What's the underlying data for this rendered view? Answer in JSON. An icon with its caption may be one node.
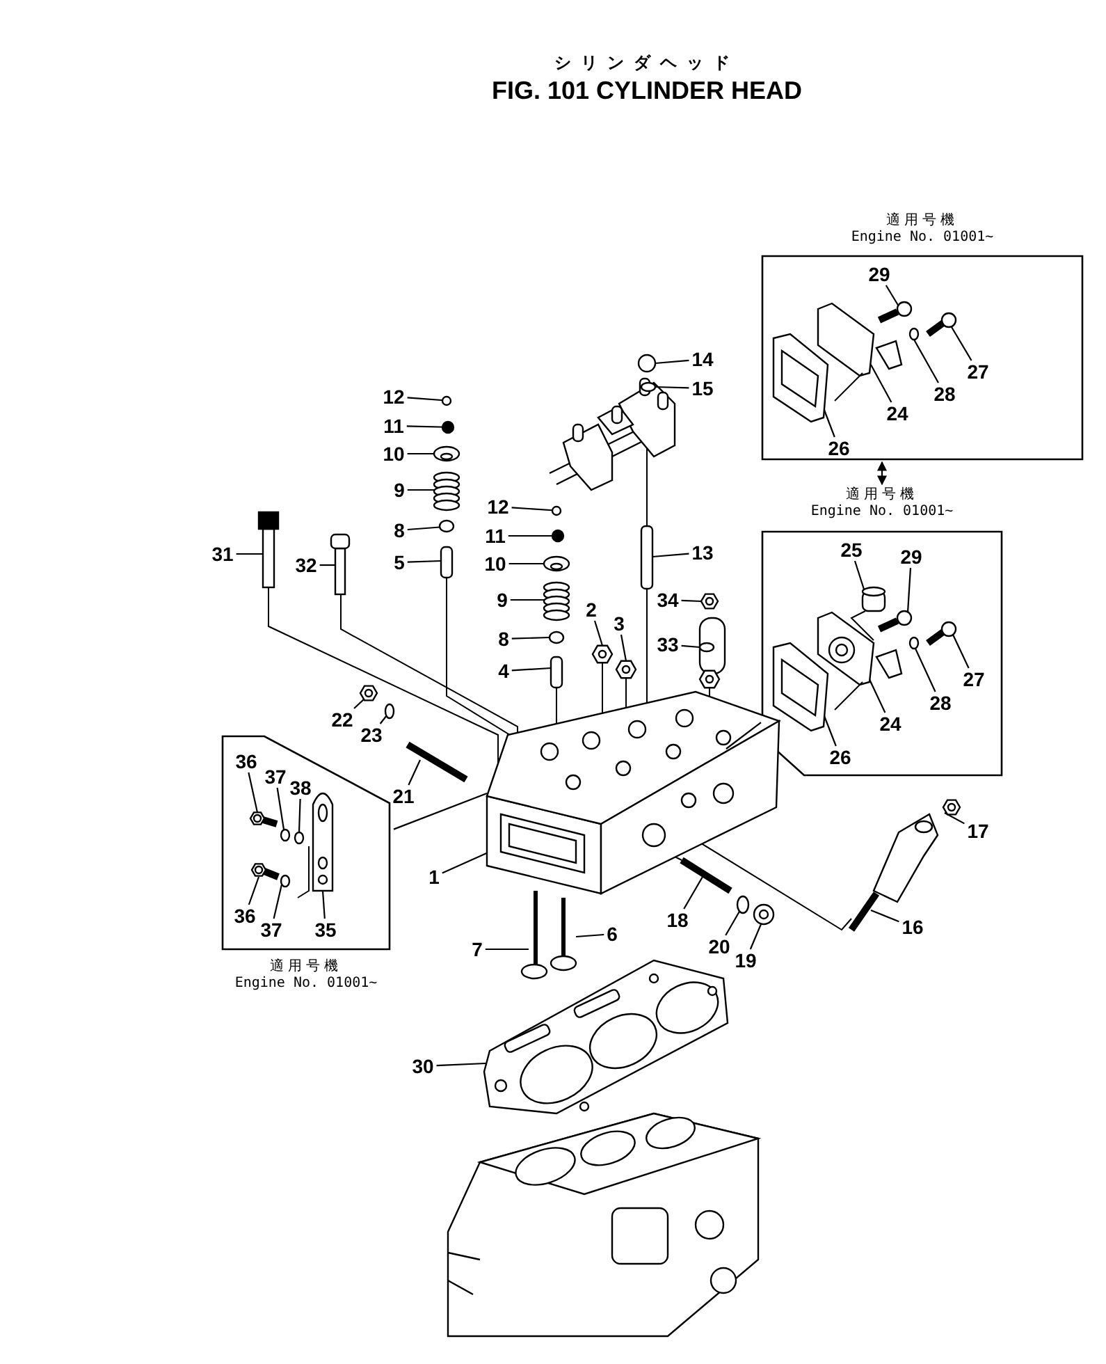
{
  "diagram": {
    "title": "FIG. 101 CYLINDER HEAD",
    "nodes": [
      {
        "text": [
          "適用号機",
          "Engine No. 01001~"
        ]
      },
      {
        "text": [
          "29"
        ],
        "in": 0
      },
      {
        "text": [
          "27"
        ],
        "in": 0
      },
      {
        "text": [
          "28"
        ],
        "in": 0
      },
      {
        "text": [
          "24"
        ],
        "in": 0
      },
      {
        "text": [
          "26"
        ],
        "in": 0
      },
      {
        "text": [
          "14"
        ]
      },
      {
        "text": [
          "15"
        ]
      },
      {
        "text": [
          "12"
        ]
      },
      {
        "text": [
          "11"
        ]
      },
      {
        "text": [
          "10"
        ]
      },
      {
        "text": [
          "9"
        ]
      },
      {
        "text": [
          "12"
        ]
      },
      {
        "text": [
          "8"
        ]
      },
      {
        "text": [
          "適用号機",
          "Engine No. 01001~"
        ]
      },
      {
        "text": [
          "11"
        ]
      },
      {
        "text": [
          "25"
        ],
        "in": 14
      },
      {
        "text": [
          "29"
        ],
        "in": 14
      },
      {
        "text": [
          "27"
        ],
        "in": 14
      },
      {
        "text": [
          "28"
        ],
        "in": 14
      },
      {
        "text": [
          "24"
        ],
        "in": 14
      },
      {
        "text": [
          "26"
        ],
        "in": 14
      },
      {
        "text": [
          "31"
        ]
      },
      {
        "text": [
          "32"
        ]
      },
      {
        "text": [
          "5"
        ]
      },
      {
        "text": [
          "13"
        ]
      },
      {
        "text": [
          "10"
        ]
      },
      {
        "text": [
          "9"
        ]
      },
      {
        "text": [
          "34"
        ]
      },
      {
        "text": [
          "2"
        ]
      },
      {
        "text": [
          "3"
        ]
      },
      {
        "text": [
          "8"
        ]
      },
      {
        "text": [
          "33"
        ]
      },
      {
        "text": [
          "4"
        ]
      },
      {
        "text": [
          "22"
        ]
      },
      {
        "text": [
          "23"
        ]
      },
      {
        "text": [
          "21"
        ]
      },
      {
        "text": [
          "適用号機",
          "Engine No. 01001~"
        ]
      },
      {
        "text": [
          "36"
        ],
        "in": 37
      },
      {
        "text": [
          "37"
        ],
        "in": 37
      },
      {
        "text": [
          "38"
        ],
        "in": 37
      },
      {
        "text": [
          "36"
        ],
        "in": 37
      },
      {
        "text": [
          "37"
        ],
        "in": 37
      },
      {
        "text": [
          "35"
        ],
        "in": 37
      },
      {
        "text": [
          "1"
        ]
      },
      {
        "text": [
          "17"
        ]
      },
      {
        "text": [
          "16"
        ]
      },
      {
        "text": [
          "18"
        ]
      },
      {
        "text": [
          "6"
        ]
      },
      {
        "text": [
          "20"
        ]
      },
      {
        "text": [
          "19"
        ]
      },
      {
        "text": [
          "7"
        ]
      },
      {
        "text": [
          "30"
        ]
      },
      {
        "text": [],
        "shape": "picture",
        "in": 0
      },
      {
        "text": [],
        "shape": "picture",
        "in": 0
      },
      {
        "text": [],
        "shape": "circle",
        "in": 0
      },
      {
        "text": [],
        "shape": "picture",
        "in": 0
      },
      {
        "text": [],
        "shape": "picture",
        "in": 0
      },
      {
        "text": [],
        "shape": "circle"
      },
      {
        "text": [],
        "shape": "circle"
      },
      {
        "text": [],
        "shape": "circle"
      },
      {
        "text": [],
        "shape": "circle"
      },
      {
        "text": [],
        "shape": "picture"
      },
      {
        "text": [],
        "shape": "picture"
      },
      {
        "text": [],
        "shape": "circle"
      },
      {
        "text": [],
        "shape": "circle"
      },
      {
        "text": [],
        "shape": "circle"
      },
      {
        "text": [],
        "shape": "picture",
        "in": 14
      },
      {
        "text": [],
        "shape": "picture",
        "in": 14
      },
      {
        "text": [],
        "shape": "picture",
        "in": 14
      },
      {
        "text": [],
        "shape": "circle",
        "in": 14
      },
      {
        "text": [],
        "shape": "picture",
        "in": 14
      },
      {
        "text": [],
        "shape": "picture",
        "in": 14
      },
      {
        "text": [],
        "shape": "picture"
      },
      {
        "text": [],
        "shape": "picture"
      },
      {
        "text": [],
        "shape": "box"
      },
      {
        "text": [],
        "shape": "box"
      },
      {
        "text": [],
        "shape": "picture"
      },
      {
        "text": [],
        "shape": "picture"
      },
      {
        "text": [],
        "shape": "picture"
      },
      {
        "text": [],
        "shape": "picture"
      },
      {
        "text": [],
        "shape": "picture"
      },
      {
        "text": [],
        "shape": "circle"
      },
      {
        "text": [],
        "shape": "picture"
      },
      {
        "text": [],
        "shape": "box"
      },
      {
        "text": [],
        "shape": "picture"
      },
      {
        "text": [],
        "shape": "circle"
      },
      {
        "text": [],
        "shape": "picture"
      },
      {
        "text": [],
        "shape": "picture",
        "in": 37
      },
      {
        "text": [],
        "shape": "circle",
        "in": 37
      },
      {
        "text": [],
        "shape": "circle",
        "in": 37
      },
      {
        "text": [],
        "shape": "picture",
        "in": 37
      },
      {
        "text": [],
        "shape": "circle",
        "in": 37
      },
      {
        "text": [],
        "shape": "picture",
        "in": 37
      },
      {
        "text": [],
        "shape": "picture"
      },
      {
        "text": [],
        "shape": "picture"
      },
      {
        "text": [],
        "shape": "picture"
      },
      {
        "text": [],
        "shape": "picture"
      },
      {
        "text": [],
        "shape": "picture"
      },
      {
        "text": [],
        "shape": "circle"
      },
      {
        "text": [],
        "shape": "picture"
      },
      {
        "text": [],
        "shape": "picture"
      },
      {
        "text": [],
        "shape": "picture"
      }
    ],
    "edges": [
      {
        "from": 1,
        "to": 53,
        "arrow": "none"
      },
      {
        "from": 2,
        "to": 54,
        "arrow": "none"
      },
      {
        "from": 3,
        "to": 55,
        "arrow": "none"
      },
      {
        "from": 4,
        "to": 56,
        "arrow": "none"
      },
      {
        "from": 5,
        "to": 57,
        "arrow": "none"
      },
      {
        "from": 6,
        "to": 58,
        "arrow": "none"
      },
      {
        "from": 7,
        "to": 59,
        "arrow": "none"
      },
      {
        "from": 8,
        "to": 60,
        "arrow": "none"
      },
      {
        "from": 9,
        "to": 61,
        "arrow": "none"
      },
      {
        "from": 10,
        "to": 62,
        "arrow": "none"
      },
      {
        "from": 11,
        "to": 63,
        "arrow": "none"
      },
      {
        "from": 12,
        "to": 64,
        "arrow": "none"
      },
      {
        "from": 13,
        "to": 65,
        "arrow": "none"
      },
      {
        "from": 15,
        "to": 66,
        "arrow": "none"
      },
      {
        "from": 16,
        "to": 67,
        "arrow": "none"
      },
      {
        "from": 17,
        "to": 68,
        "arrow": "none"
      },
      {
        "from": 18,
        "to": 69,
        "arrow": "none"
      },
      {
        "from": 19,
        "to": 70,
        "arrow": "none"
      },
      {
        "from": 20,
        "to": 71,
        "arrow": "none"
      },
      {
        "from": 21,
        "to": 72,
        "arrow": "none"
      },
      {
        "from": 22,
        "to": 73,
        "arrow": "none"
      },
      {
        "from": 23,
        "to": 74,
        "arrow": "none"
      },
      {
        "from": 24,
        "to": 75,
        "arrow": "none"
      },
      {
        "from": 25,
        "to": 76,
        "arrow": "none"
      },
      {
        "from": 26,
        "to": 77,
        "arrow": "none"
      },
      {
        "from": 27,
        "to": 78,
        "arrow": "none"
      },
      {
        "from": 28,
        "to": 79,
        "arrow": "none"
      },
      {
        "from": 29,
        "to": 80,
        "arrow": "none"
      },
      {
        "from": 30,
        "to": 81,
        "arrow": "none"
      },
      {
        "from": 31,
        "to": 82,
        "arrow": "none"
      },
      {
        "from": 32,
        "to": 83,
        "arrow": "none"
      },
      {
        "from": 33,
        "to": 84,
        "arrow": "none"
      },
      {
        "from": 34,
        "to": 85,
        "arrow": "none"
      },
      {
        "from": 35,
        "to": 86,
        "arrow": "none"
      },
      {
        "from": 36,
        "to": 87,
        "arrow": "none"
      },
      {
        "from": 38,
        "to": 88,
        "arrow": "none"
      },
      {
        "from": 39,
        "to": 89,
        "arrow": "none"
      },
      {
        "from": 40,
        "to": 90,
        "arrow": "none"
      },
      {
        "from": 41,
        "to": 91,
        "arrow": "none"
      },
      {
        "from": 42,
        "to": 92,
        "arrow": "none"
      },
      {
        "from": 43,
        "to": 93,
        "arrow": "none"
      },
      {
        "from": 44,
        "to": 94,
        "arrow": "none"
      },
      {
        "from": 45,
        "to": 95,
        "arrow": "none"
      },
      {
        "from": 46,
        "to": 96,
        "arrow": "none"
      },
      {
        "from": 47,
        "to": 97,
        "arrow": "none"
      },
      {
        "from": 48,
        "to": 98,
        "arrow": "none"
      },
      {
        "from": 49,
        "to": 99,
        "arrow": "none"
      },
      {
        "from": 50,
        "to": 100,
        "arrow": "none"
      },
      {
        "from": 51,
        "to": 101,
        "arrow": "none"
      },
      {
        "from": 52,
        "to": 102,
        "arrow": "none"
      },
      {
        "from": 0,
        "to": 14,
        "arrow": "both"
      },
      {
        "from": 14,
        "to": 94,
        "arrow": "none"
      },
      {
        "from": 37,
        "to": 94,
        "arrow": "none"
      },
      {
        "from": 73,
        "to": 94,
        "arrow": "none"
      },
      {
        "from": 74,
        "to": 94,
        "arrow": "none"
      },
      {
        "from": 75,
        "to": 94,
        "arrow": "none"
      },
      {
        "from": 84,
        "to": 94,
        "arrow": "none"
      },
      {
        "from": 80,
        "to": 94,
        "arrow": "none"
      },
      {
        "from": 81,
        "to": 94,
        "arrow": "none"
      },
      {
        "from": 83,
        "to": 94,
        "arrow": "none"
      },
      {
        "from": 76,
        "to": 94,
        "arrow": "none"
      },
      {
        "from": 94,
        "to": 97,
        "arrow": "none"
      },
      {
        "from": 94,
        "to": 96,
        "arrow": "none"
      }
    ],
    "labels": [
      "シリンダヘッド"
    ]
  }
}
